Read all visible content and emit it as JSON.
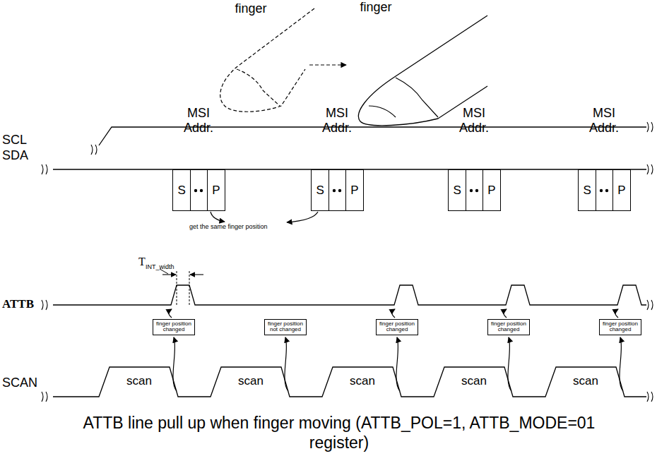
{
  "diagram": {
    "caption": "ATTB line pull up when finger moving (ATTB_POL=1, ATTB_MODE=01 register)",
    "nodes": [
      {
        "text": [
          "S",
          "P"
        ]
      },
      {
        "text": [
          "S",
          "P"
        ]
      },
      {
        "text": [
          "S",
          "P"
        ]
      },
      {
        "text": [
          "S",
          "P"
        ]
      },
      {
        "text": [
          "finger position changed"
        ]
      },
      {
        "text": [
          "finger position not changed"
        ]
      },
      {
        "text": [
          "finger position changed"
        ]
      },
      {
        "text": [
          "finger position changed"
        ]
      },
      {
        "text": [
          "finger position changed"
        ]
      }
    ],
    "labels": [
      "finger",
      "finger",
      "SCL",
      "SDA",
      "MSI Addr.",
      "MSI Addr.",
      "MSI Addr.",
      "MSI Addr.",
      "get the same finger position",
      "T",
      "INT_width",
      "ATTB",
      "scan",
      "scan",
      "scan",
      "scan",
      "scan",
      "SCAN"
    ]
  }
}
